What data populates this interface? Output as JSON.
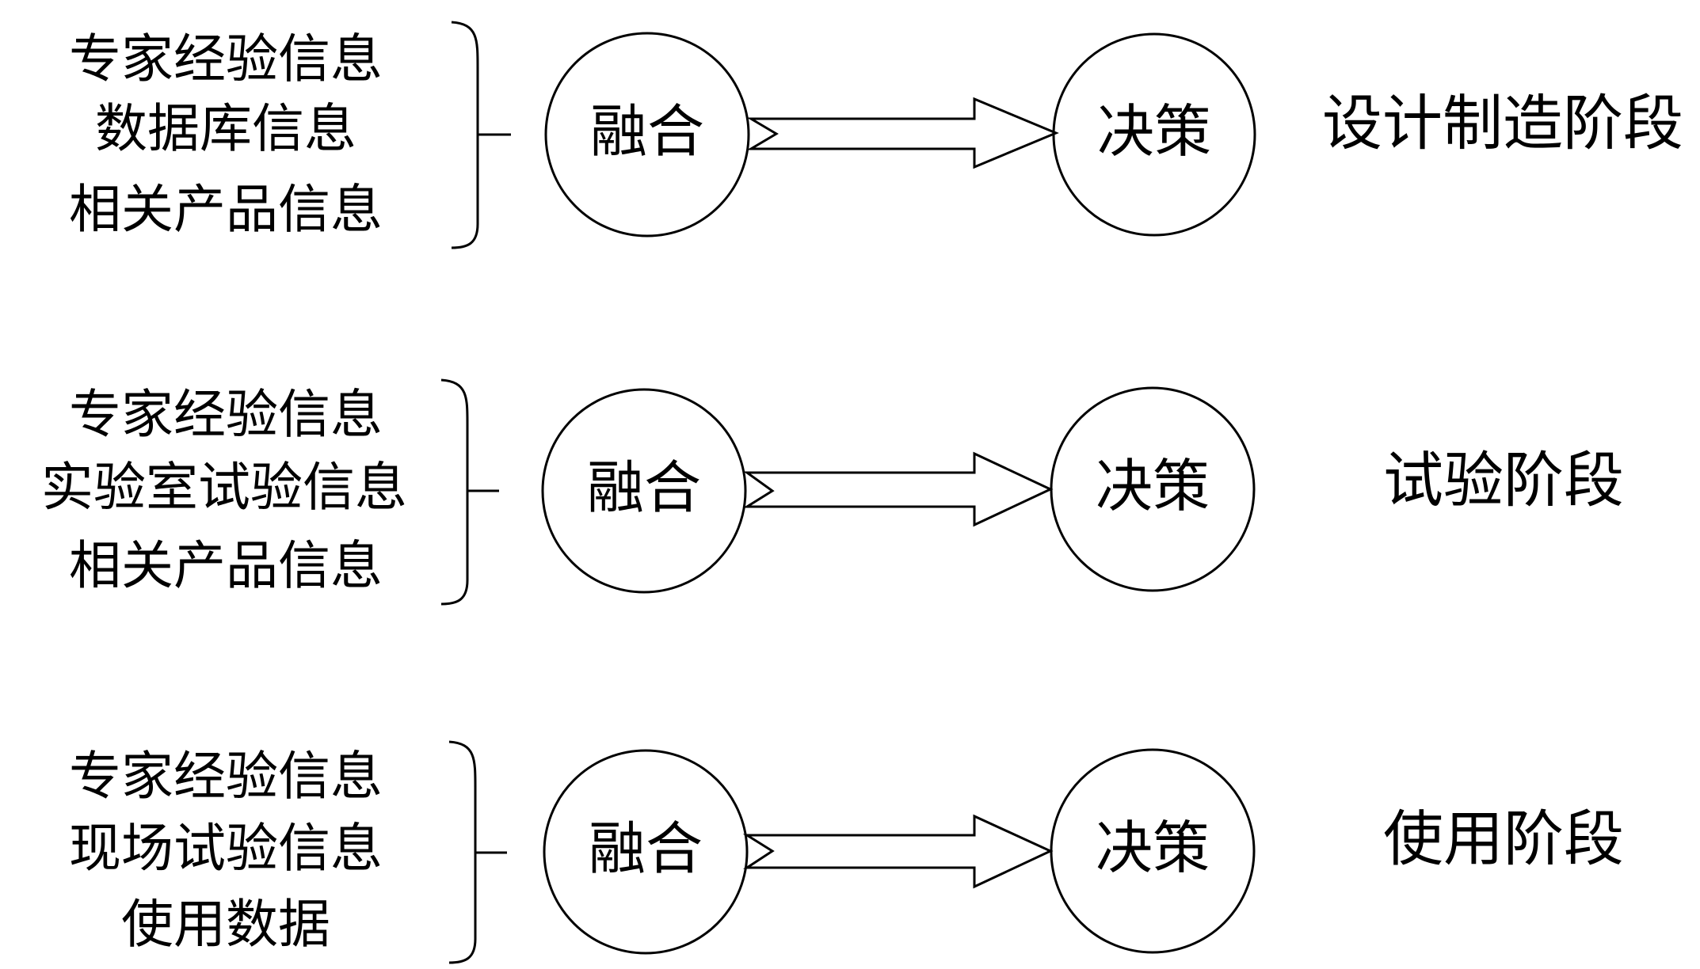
{
  "rows": [
    {
      "sources": [
        "专家经验信息",
        "数据库信息",
        "相关产品信息"
      ],
      "fusion_label": "融合",
      "decision_label": "决策",
      "stage_label": "设计制造阶段"
    },
    {
      "sources": [
        "专家经验信息",
        "实验室试验信息",
        "相关产品信息"
      ],
      "fusion_label": "融合",
      "decision_label": "决策",
      "stage_label": "试验阶段"
    },
    {
      "sources": [
        "专家经验信息",
        "现场试验信息",
        "使用数据"
      ],
      "fusion_label": "融合",
      "decision_label": "决策",
      "stage_label": "使用阶段"
    }
  ]
}
